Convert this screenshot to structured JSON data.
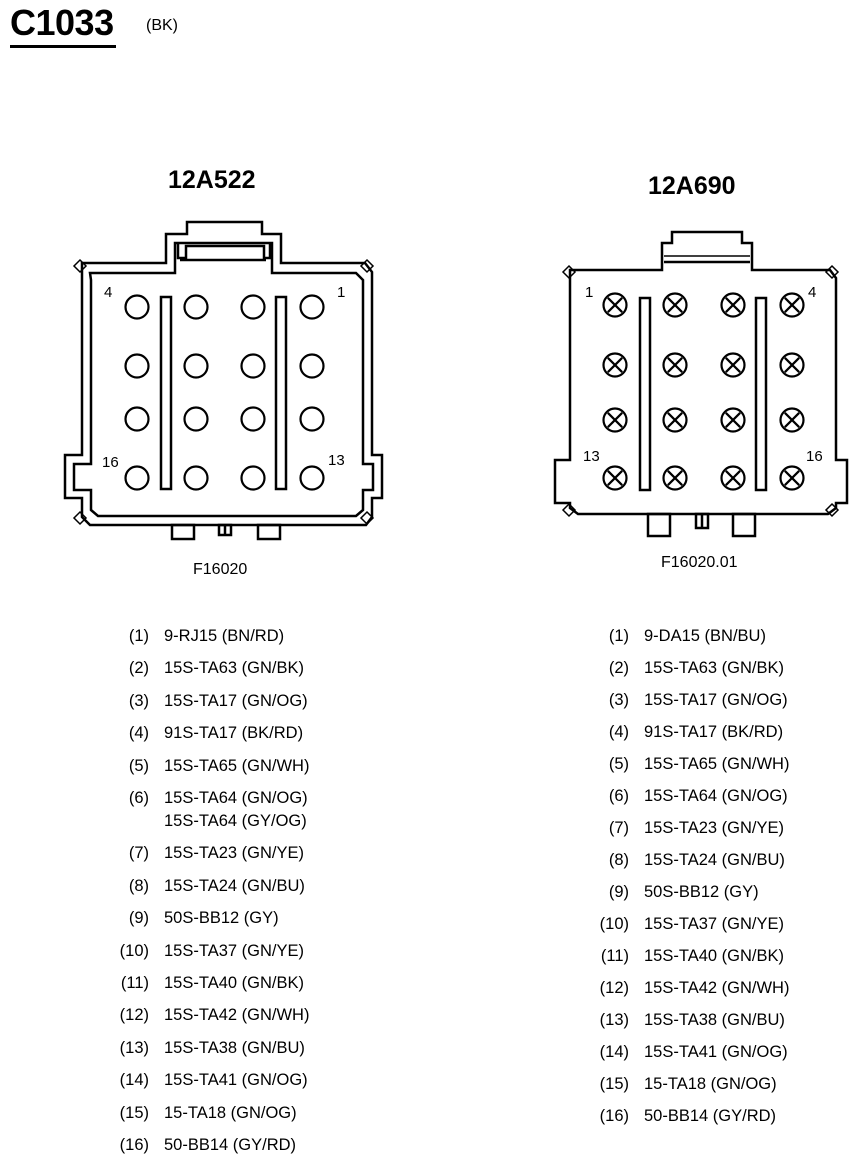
{
  "header": {
    "connector_id": "C1033",
    "color_code": "(BK)"
  },
  "connectors": [
    {
      "part_number": "12A522",
      "figure_id": "F16020",
      "corner_labels": {
        "top_left": "4",
        "top_right": "1",
        "bottom_left": "16",
        "bottom_right": "13"
      },
      "terminal_style": "open-circle",
      "pins": [
        {
          "num": "(1)",
          "wire": "9-RJ15 (BN/RD)"
        },
        {
          "num": "(2)",
          "wire": "15S-TA63 (GN/BK)"
        },
        {
          "num": "(3)",
          "wire": "15S-TA17 (GN/OG)"
        },
        {
          "num": "(4)",
          "wire": "91S-TA17 (BK/RD)"
        },
        {
          "num": "(5)",
          "wire": "15S-TA65 (GN/WH)"
        },
        {
          "num": "(6)",
          "wire": "15S-TA64 (GN/OG)",
          "wire2": "15S-TA64 (GY/OG)"
        },
        {
          "num": "(7)",
          "wire": "15S-TA23 (GN/YE)"
        },
        {
          "num": "(8)",
          "wire": "15S-TA24 (GN/BU)"
        },
        {
          "num": "(9)",
          "wire": "50S-BB12 (GY)"
        },
        {
          "num": "(10)",
          "wire": "15S-TA37 (GN/YE)"
        },
        {
          "num": "(11)",
          "wire": "15S-TA40 (GN/BK)"
        },
        {
          "num": "(12)",
          "wire": "15S-TA42 (GN/WH)"
        },
        {
          "num": "(13)",
          "wire": "15S-TA38 (GN/BU)"
        },
        {
          "num": "(14)",
          "wire": "15S-TA41 (GN/OG)"
        },
        {
          "num": "(15)",
          "wire": "15-TA18 (GN/OG)"
        },
        {
          "num": "(16)",
          "wire": "50-BB14 (GY/RD)"
        }
      ]
    },
    {
      "part_number": "12A690",
      "figure_id": "F16020.01",
      "corner_labels": {
        "top_left": "1",
        "top_right": "4",
        "bottom_left": "13",
        "bottom_right": "16"
      },
      "terminal_style": "crossed-circle",
      "pins": [
        {
          "num": "(1)",
          "wire": "9-DA15 (BN/BU)"
        },
        {
          "num": "(2)",
          "wire": "15S-TA63 (GN/BK)"
        },
        {
          "num": "(3)",
          "wire": "15S-TA17 (GN/OG)"
        },
        {
          "num": "(4)",
          "wire": "91S-TA17 (BK/RD)"
        },
        {
          "num": "(5)",
          "wire": "15S-TA65 (GN/WH)"
        },
        {
          "num": "(6)",
          "wire": "15S-TA64 (GN/OG)"
        },
        {
          "num": "(7)",
          "wire": "15S-TA23 (GN/YE)"
        },
        {
          "num": "(8)",
          "wire": "15S-TA24 (GN/BU)"
        },
        {
          "num": "(9)",
          "wire": "50S-BB12 (GY)"
        },
        {
          "num": "(10)",
          "wire": "15S-TA37 (GN/YE)"
        },
        {
          "num": "(11)",
          "wire": "15S-TA40 (GN/BK)"
        },
        {
          "num": "(12)",
          "wire": "15S-TA42 (GN/WH)"
        },
        {
          "num": "(13)",
          "wire": "15S-TA38 (GN/BU)"
        },
        {
          "num": "(14)",
          "wire": "15S-TA41 (GN/OG)"
        },
        {
          "num": "(15)",
          "wire": "15-TA18 (GN/OG)"
        },
        {
          "num": "(16)",
          "wire": "50-BB14 (GY/RD)"
        }
      ]
    }
  ]
}
